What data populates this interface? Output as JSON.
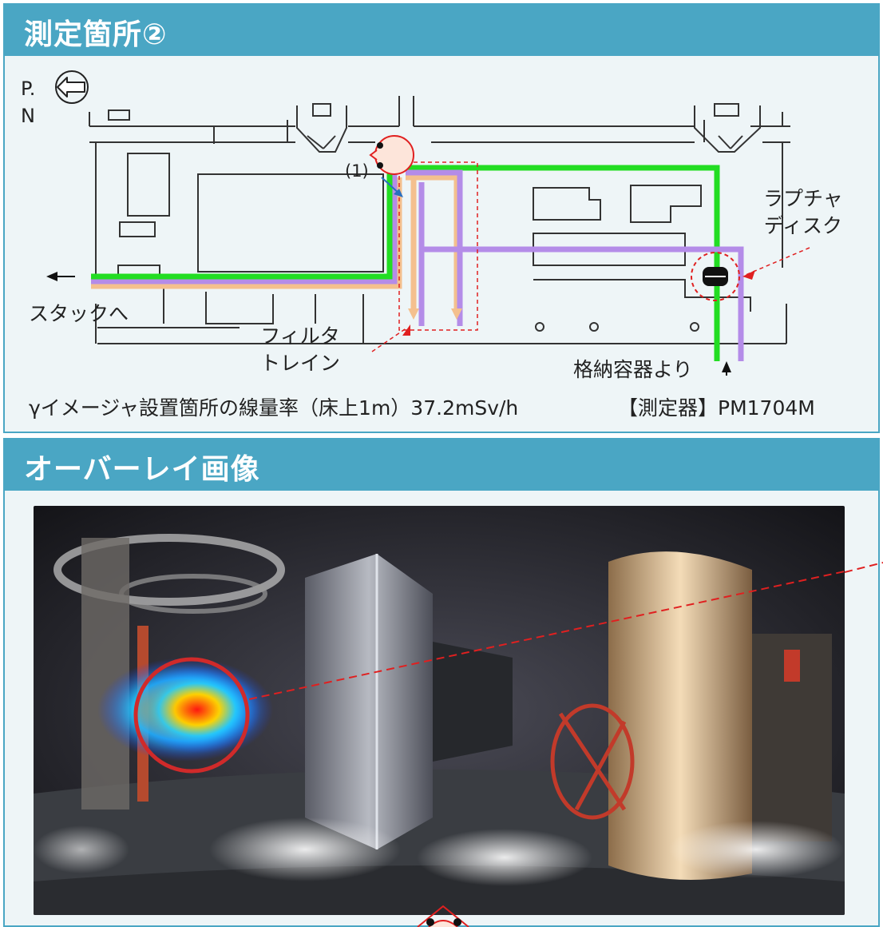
{
  "section1": {
    "title": "測定箇所②"
  },
  "section2": {
    "title": "オーバーレイ画像"
  },
  "map": {
    "compass_label": "P.\nN",
    "point_label": "(1)",
    "labels": {
      "rupture_disk": "ラプチャ\nディスク",
      "to_stack": "スタックへ",
      "filter_train": "フィルタ\nトレイン",
      "from_container": "格納容器より"
    },
    "dose_rate_text": "γイメージャ設置箇所の線量率（床上1m）37.2mSv/h",
    "instrument_text": "【測定器】PM1704M"
  },
  "colors": {
    "header": "#4aa6c4",
    "panel_bg": "#eef5f7",
    "green_line": "#22dd22",
    "purple_line": "#b48ce8",
    "orange_line": "#f4c08e",
    "dash_red": "#e02020"
  }
}
